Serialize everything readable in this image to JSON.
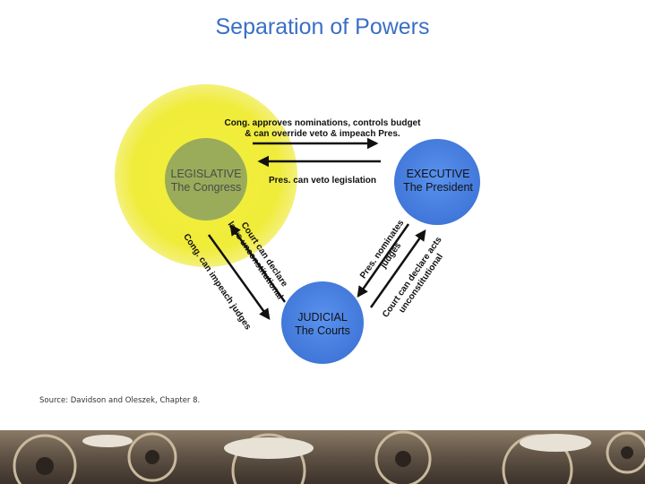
{
  "slide": {
    "title": "Separation of Powers",
    "source": "Source: Davidson and Oleszek, Chapter 8."
  },
  "colors": {
    "title": "#3a6fc4",
    "legislative_circle": "#9aac5a",
    "legislative_halo": "#f0ec3a",
    "executive_circle": "#4f86e6",
    "judicial_circle": "#4f86e6",
    "arrow": "#111111"
  },
  "nodes": {
    "legislative": {
      "line1": "LEGISLATIVE",
      "line2": "The Congress"
    },
    "executive": {
      "line1": "EXECUTIVE",
      "line2": "The President"
    },
    "judicial": {
      "line1": "JUDICIAL",
      "line2": "The Courts"
    }
  },
  "edges": {
    "cong_to_pres": {
      "line1": "Cong. approves nominations, controls budget",
      "line2": "& can override veto & impeach Pres."
    },
    "pres_to_cong": {
      "line1": "Pres. can veto legislation"
    },
    "court_to_cong": {
      "line1": "Court can declare",
      "line2": "laws unconstitutional"
    },
    "cong_to_court": {
      "line1": "Cong. can impeach judges"
    },
    "pres_to_court": {
      "line1": "Pres. nominates",
      "line2": "judges"
    },
    "court_to_pres": {
      "line1": "Court can declare acts",
      "line2": "unconstitutional"
    }
  }
}
